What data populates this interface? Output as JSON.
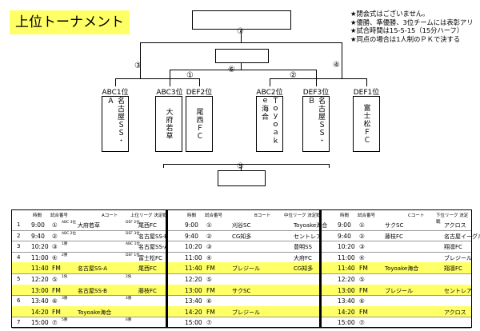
{
  "title": "上位トーナメント",
  "notes": [
    "★閉会式はございません。",
    "★優勝、準優勝、3位チームには表彰アリ",
    "★試合時間は15-5-15（15分ハーフ）",
    "★同点の場合は1人制のＰＫで決する"
  ],
  "bracket": {
    "match_circles": [
      "⑦",
      "⑥",
      "③",
      "①",
      "②",
      "④",
      "⑤"
    ],
    "seeds": [
      "ABC1位",
      "ABC3位",
      "DEF2位",
      "ABC2位",
      "DEF3位",
      "DEF1位"
    ],
    "teams": [
      "名古屋ＳＳ・Ａ",
      "大府若草",
      "尾西ＦＣ",
      "Ｔｏｙｏａｋｅ海合",
      "名古屋ＳＳ・Ｂ",
      "富士松ＦＣ"
    ]
  },
  "schedule": {
    "header": {
      "time": "時間",
      "match_no": "試合番号",
      "court_a": "Aコート",
      "court_b": "Bコート",
      "court_c": "Cコート",
      "league_a": "上位リーグ 決定戦",
      "league_b": "中位リーグ 決定戦",
      "league_c": "下位リーグ 決定戦"
    },
    "rows": [
      {
        "n": "1",
        "t": "9:00",
        "m": "①",
        "a1": "ABC 3位",
        "a2": "大府若草",
        "a3": "DEF 2位",
        "a4": "尾西FC",
        "tb": "9:00",
        "mb": "①",
        "b1": "",
        "b2": "刈谷SC",
        "b3": "",
        "b4": "Toyoake海合",
        "tc": "9:00",
        "mc": "①",
        "c1": "",
        "c2": "サクSC",
        "c3": "",
        "c4": "アクロス"
      },
      {
        "n": "2",
        "t": "9:40",
        "m": "②",
        "a1": "ABC 2位",
        "a2": "",
        "a3": "DEF 3位",
        "a4": "名古屋SS-B",
        "tb": "9:40",
        "mb": "②",
        "b1": "",
        "b2": "CG知多",
        "b3": "",
        "b4": "セントレア",
        "tc": "9:40",
        "mc": "②",
        "c1": "",
        "c2": "藤枝FC",
        "c3": "",
        "c4": "名古屋イーグルス"
      },
      {
        "n": "3",
        "t": "10:20",
        "m": "③",
        "a1": "1勝",
        "a2": "",
        "a3": "ABC 1位",
        "a4": "名古屋SS-A",
        "tb": "10:20",
        "mb": "③",
        "b1": "",
        "b2": "",
        "b3": "",
        "b4": "豊明SS",
        "tc": "10:20",
        "mc": "③",
        "c1": "",
        "c2": "",
        "c3": "",
        "c4": "翔凛FC"
      },
      {
        "n": "4",
        "t": "11:00",
        "m": "④",
        "a1": "2勝",
        "a2": "",
        "a3": "DEF 1位",
        "a4": "富士松FC",
        "tb": "11:00",
        "mb": "④",
        "b1": "",
        "b2": "",
        "b3": "",
        "b4": "大府FC",
        "tc": "11:00",
        "mc": "④",
        "c1": "",
        "c2": "",
        "c3": "",
        "c4": "ブレジール"
      },
      {
        "hl": true,
        "t": "11:40",
        "m": "FM",
        "a1": "",
        "a2": "名古屋SS-A",
        "a3": "",
        "a4": "尾西FC",
        "tb": "11:40",
        "mb": "FM",
        "b1": "",
        "b2": "ブレジール",
        "b3": "",
        "b4": "CG知多",
        "tc": "11:40",
        "mc": "FM",
        "c1": "",
        "c2": "Toyoake海合",
        "c3": "",
        "c4": "翔凛FC"
      },
      {
        "n": "5",
        "t": "12:20",
        "m": "⑤",
        "a1": "1負",
        "a2": "",
        "a3": "2負",
        "a4": "",
        "tb": "12:20",
        "mb": "⑤",
        "b1": "",
        "b2": "",
        "b3": "",
        "b4": "",
        "tc": "12:20",
        "mc": "⑤",
        "c1": "",
        "c2": "",
        "c3": "",
        "c4": ""
      },
      {
        "hl": true,
        "t": "13:00",
        "m": "FM",
        "a1": "",
        "a2": "名古屋SS-B",
        "a3": "",
        "a4": "藤枝FC",
        "tb": "13:00",
        "mb": "FM",
        "b1": "",
        "b2": "サクSC",
        "b3": "",
        "b4": "",
        "tc": "13:00",
        "mc": "FM",
        "c1": "",
        "c2": "ブレジール",
        "c3": "",
        "c4": "セントレア"
      },
      {
        "n": "6",
        "t": "13:40",
        "m": "⑥",
        "a1": "3勝",
        "a2": "",
        "a3": "4勝",
        "a4": "",
        "tb": "13:40",
        "mb": "⑥",
        "b1": "",
        "b2": "",
        "b3": "",
        "b4": "",
        "tc": "13:40",
        "mc": "⑥",
        "c1": "",
        "c2": "",
        "c3": "",
        "c4": ""
      },
      {
        "hl": true,
        "t": "14:20",
        "m": "FM",
        "a1": "",
        "a2": "Toyoake海合",
        "a3": "",
        "a4": "",
        "tb": "14:20",
        "mb": "FM",
        "b1": "",
        "b2": "ブレジール",
        "b3": "",
        "b4": "",
        "tc": "14:20",
        "mc": "FM",
        "c1": "",
        "c2": "",
        "c3": "",
        "c4": "アクロス"
      },
      {
        "n": "7",
        "t": "15:00",
        "m": "⑦",
        "a1": "5勝",
        "a2": "",
        "a3": "6勝",
        "a4": "",
        "tb": "15:00",
        "mb": "⑦",
        "b1": "",
        "b2": "",
        "b3": "",
        "b4": "",
        "tc": "15:00",
        "mc": "⑦",
        "c1": "",
        "c2": "",
        "c3": "",
        "c4": ""
      }
    ]
  }
}
